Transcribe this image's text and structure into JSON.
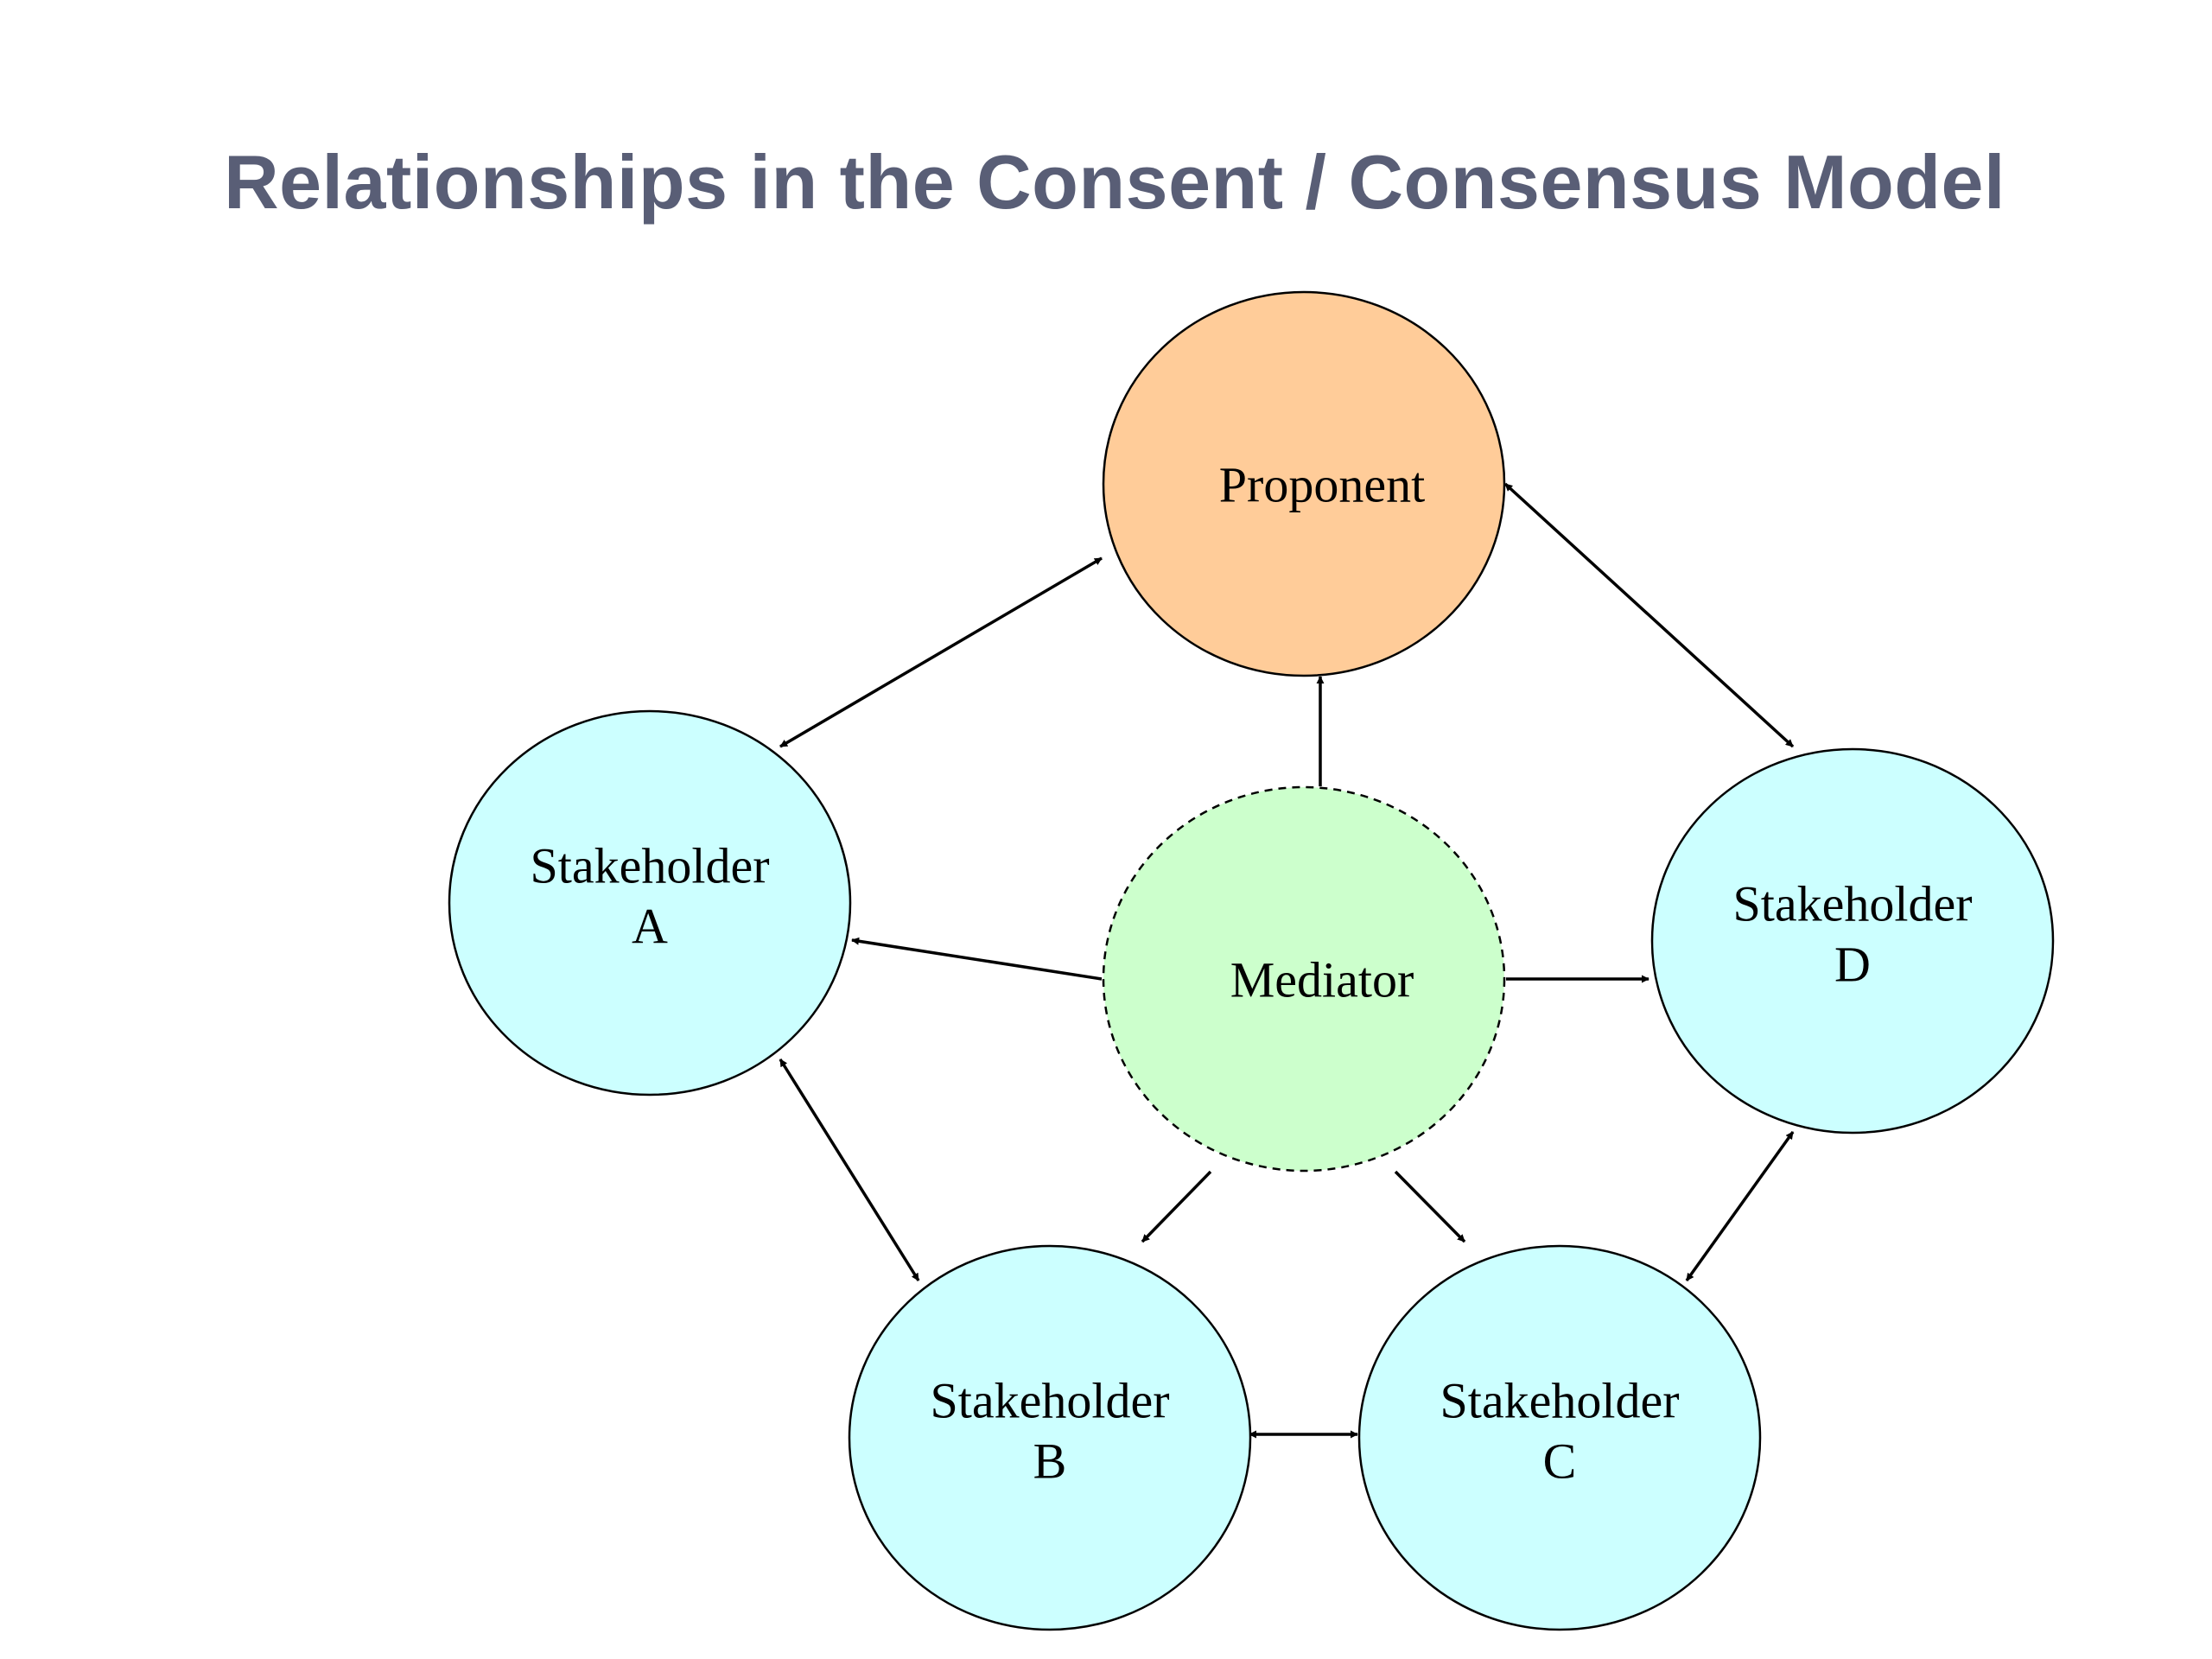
{
  "title": "Relationships in the Consent / Consensus Model",
  "colors": {
    "title": "#595e76",
    "proponent_fill": "#ffcc99",
    "mediator_fill": "#ccffcc",
    "stakeholder_fill": "#ccffff",
    "stroke": "#000000"
  },
  "nodes": {
    "proponent": {
      "line1": "Proponent"
    },
    "mediator": {
      "line1": "Mediator"
    },
    "stakeholder_a": {
      "line1": "Stakeholder",
      "line2": "A"
    },
    "stakeholder_b": {
      "line1": "Stakeholder",
      "line2": "B"
    },
    "stakeholder_c": {
      "line1": "Stakeholder",
      "line2": "C"
    },
    "stakeholder_d": {
      "line1": "Stakeholder",
      "line2": "D"
    }
  }
}
